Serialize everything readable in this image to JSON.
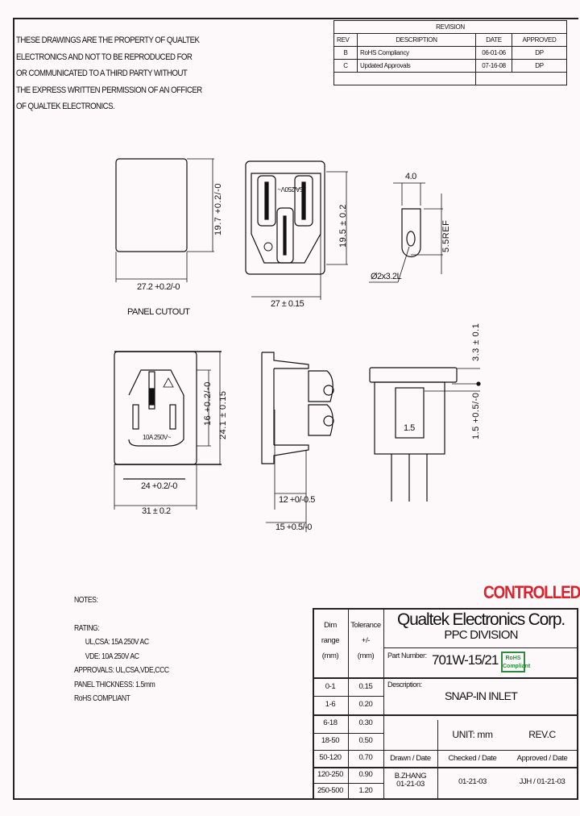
{
  "property_notice": [
    "THESE DRAWINGS ARE THE PROPERTY OF QUALTEK",
    "ELECTRONICS AND NOT TO BE REPRODUCED FOR",
    "OR COMMUNICATED TO A THIRD PARTY WITHOUT",
    "THE EXPRESS WRITTEN PERMISSION OF AN OFFICER",
    "OF QUALTEK ELECTRONICS."
  ],
  "revision_table": {
    "title": "REVISION",
    "headers": [
      "REV",
      "DESCRIPTION",
      "DATE",
      "APPROVED"
    ],
    "rows": [
      {
        "rev": "B",
        "description": "RoHS Compliancy",
        "date": "06-01-06",
        "approved": "DP"
      },
      {
        "rev": "C",
        "description": "Updated Approvals",
        "date": "07-16-08",
        "approved": "DP"
      }
    ]
  },
  "views": {
    "panel_cutout": {
      "label": "PANEL CUTOUT",
      "width_dim": "27.2 +0.2/-0",
      "height_dim": "19.7 +0.2/-0"
    },
    "rear_view": {
      "width_dim": "27 ± 0.15",
      "height_dim": "19.5 ± 0.2",
      "marking": "15A/250V~"
    },
    "terminal_detail": {
      "width_dim": "4.0",
      "height_dim": "5.5REF",
      "hole_dim": "Ø2x3.2L"
    },
    "front_view": {
      "outer_width_dim": "31 ± 0.2",
      "inner_width_dim": "24 +0.2/-0",
      "outer_height_dim": "24.1 ± 0.15",
      "inner_height_dim": "16 +0.2/-0",
      "marking": "10A 250V~"
    },
    "section_view": {
      "dim_a": "12 +0/-0.5",
      "dim_b": "15 +0.5/-0"
    },
    "side_view": {
      "top_dim": "3.3 ± 0.1",
      "bottom_dim": "1.5 +0.5/-0",
      "panel_label": "1.5"
    }
  },
  "notes": {
    "title": "NOTES:",
    "lines": [
      {
        "text": "RATING:",
        "indent": false
      },
      {
        "text": "UL,CSA: 15A 250V AC",
        "indent": true
      },
      {
        "text": "VDE: 10A 250V AC",
        "indent": true
      },
      {
        "text": "APPROVALS: UL,CSA,VDE,CCC",
        "indent": false
      },
      {
        "text": "PANEL THICKNESS: 1.5mm",
        "indent": false
      },
      {
        "text": "RoHS COMPLIANT",
        "indent": false
      }
    ]
  },
  "stamp": {
    "text": "CONTROLLED",
    "color": "#e0202a"
  },
  "title_block": {
    "company": "Qualtek Electronics Corp.",
    "division": "PPC DIVISION",
    "part_number_label": "Part Number:",
    "part_number": "701W-15/21",
    "rohs_badge": [
      "RoHS",
      "Compliant"
    ],
    "description_label": "Description:",
    "description": "SNAP-IN INLET",
    "unit": "UNIT: mm",
    "rev": "REV.C",
    "drawn_label": "Drawn / Date",
    "checked_label": "Checked / Date",
    "approved_label": "Approved / Date",
    "drawn_value": [
      "B.ZHANG",
      "01-21-03"
    ],
    "checked_value": "01-21-03",
    "approved_value": "JJH / 01-21-03",
    "tolerance_headers": {
      "dim": [
        "Dim",
        "range",
        "(mm)"
      ],
      "tol": [
        "Tolerance",
        "+/-",
        "(mm)"
      ]
    },
    "tolerance_rows": [
      {
        "range": "0-1",
        "tol": "0.15"
      },
      {
        "range": "1-6",
        "tol": "0.20"
      },
      {
        "range": "6-18",
        "tol": "0.30"
      },
      {
        "range": "18-50",
        "tol": "0.50"
      },
      {
        "range": "50-120",
        "tol": "0.70"
      },
      {
        "range": "120-250",
        "tol": "0.90"
      },
      {
        "range": "250-500",
        "tol": "1.20"
      }
    ]
  }
}
